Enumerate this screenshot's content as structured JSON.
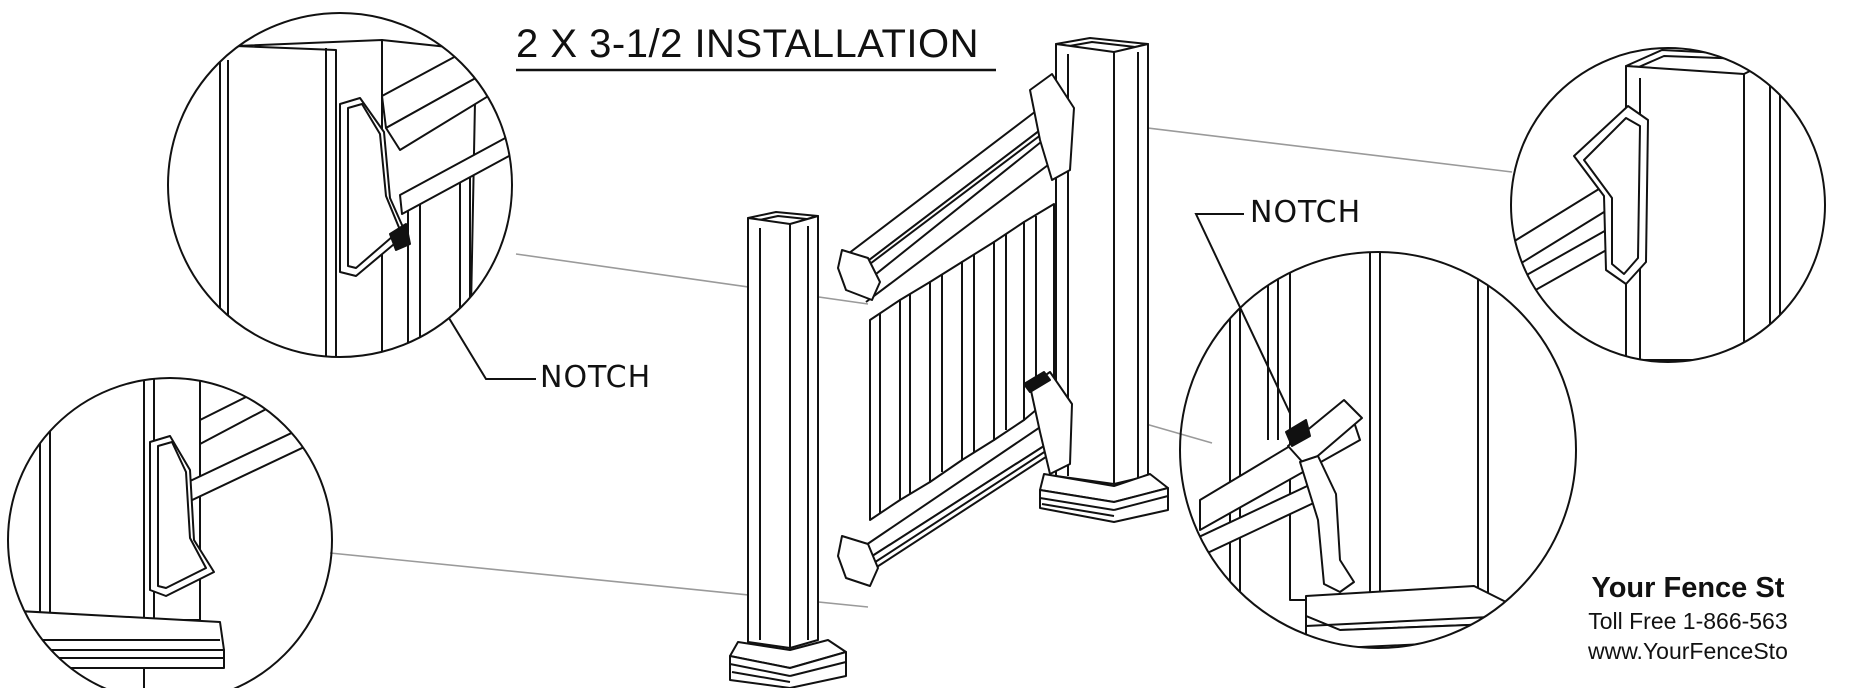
{
  "title": "2 X 3-1/2 INSTALLATION",
  "callouts": {
    "notch_left": "NOTCH",
    "notch_right": "NOTCH"
  },
  "branding": {
    "name": "Your Fence St",
    "phone": "Toll Free 1-866-563",
    "website": "www.YourFenceSto"
  },
  "colors": {
    "line": "#111111",
    "leader": "#9a9a9a",
    "background": "#ffffff"
  }
}
